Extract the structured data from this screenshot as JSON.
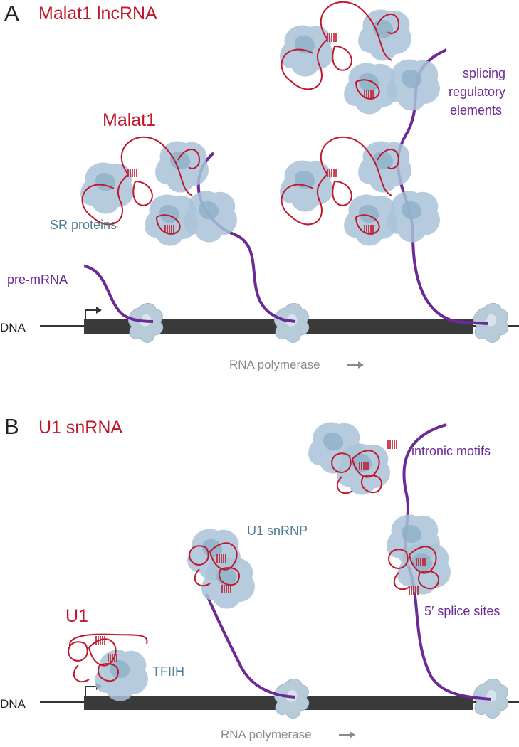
{
  "colors": {
    "rna_red": "#c0182c",
    "premrna_purple": "#6b2a96",
    "protein_blue": "#a9c3d8",
    "protein_dark_blue": "#5f8fb0",
    "sr_label_blue": "#4d7c97",
    "dna_bar": "#3a3a3a",
    "arrow_gray": "#8a8a8a",
    "text_dark": "#222222"
  },
  "panel_a": {
    "letter": "A",
    "title": "Malat1 lncRNA",
    "labels": {
      "malat1": "Malat1",
      "sr_proteins": "SR proteins",
      "pre_mrna": "pre-mRNA",
      "splicing": [
        "splicing",
        "regulatory",
        "elements"
      ],
      "dna": "DNA",
      "rna_polymerase": "RNA polymerase"
    }
  },
  "panel_b": {
    "letter": "B",
    "title": "U1 snRNA",
    "labels": {
      "u1": "U1",
      "tfiih": "TFIIH",
      "u1_snrnp": "U1 snRNP",
      "intronic_motifs": "intronic motifs",
      "five_prime_splice_sites": "5′ splice sites",
      "dna": "DNA",
      "rna_polymerase": "RNA polymerase"
    }
  },
  "icons": [
    "arrow-right-icon",
    "promoter-arrow-icon",
    "rna-polymerase-icon",
    "protein-blob-icon",
    "rna-hairpin-icon"
  ]
}
